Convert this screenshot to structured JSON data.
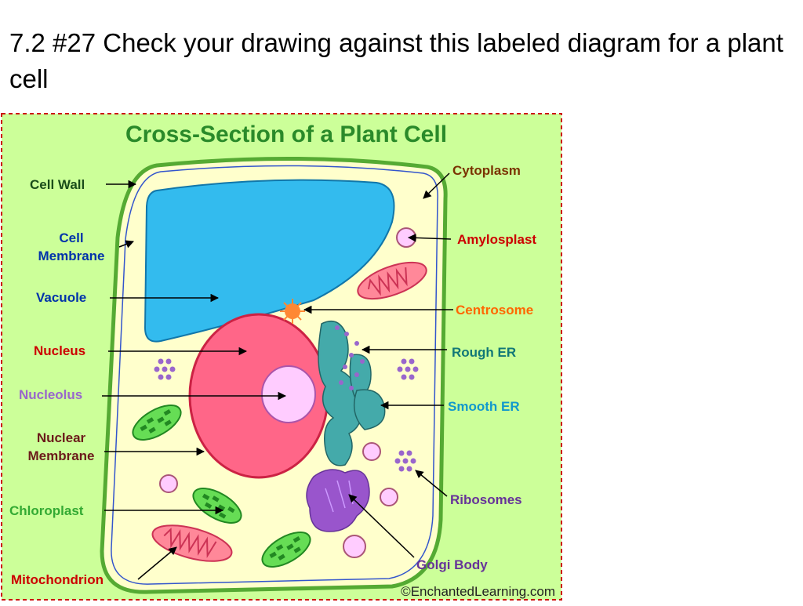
{
  "slide": {
    "title": "7.2 #27   Check your drawing against this labeled diagram for a plant cell"
  },
  "diagram": {
    "heading": "Cross-Section of a Plant Cell",
    "copyright": "©EnchantedLearning.com",
    "labels": {
      "cell_wall": "Cell Wall",
      "cell_membrane_1": "Cell",
      "cell_membrane_2": "Membrane",
      "vacuole": "Vacuole",
      "nucleus": "Nucleus",
      "nucleolus": "Nucleolus",
      "nuclear_membrane_1": "Nuclear",
      "nuclear_membrane_2": "Membrane",
      "chloroplast": "Chloroplast",
      "mitochondrion": "Mitochondrion",
      "cytoplasm": "Cytoplasm",
      "amylosplast": "Amylosplast",
      "centrosome": "Centrosome",
      "rough_er": "Rough ER",
      "smooth_er": "Smooth ER",
      "ribosomes": "Ribosomes",
      "golgi_body": "Golgi Body"
    },
    "colors": {
      "background": "#ccff99",
      "border_dash": "#cc0000",
      "heading": "#2a8a2a",
      "cell_wall": "#55aa33",
      "cytoplasm": "#ffffcc",
      "vacuole": "#33bbee",
      "nucleus": "#ff6688",
      "nucleolus": "#ffccff",
      "chloroplast": "#66dd55",
      "mitochondrion": "#ff8899",
      "er": "#44aaaa",
      "golgi": "#9955cc",
      "ribosome": "#9966cc",
      "centrosome": "#ff8833",
      "label_black": "#1a4d1a",
      "label_darkgreen": "#1a4d1a",
      "label_blue": "#0033aa",
      "label_red": "#cc0000",
      "label_lavender": "#9966cc",
      "label_maroon": "#6b1a1a",
      "label_green": "#33aa33",
      "label_darkred": "#cc0000",
      "label_brown": "#7a3300",
      "label_orange": "#ff6600",
      "label_teal": "#117777",
      "label_cyan": "#1199cc",
      "label_purple": "#663399"
    }
  }
}
